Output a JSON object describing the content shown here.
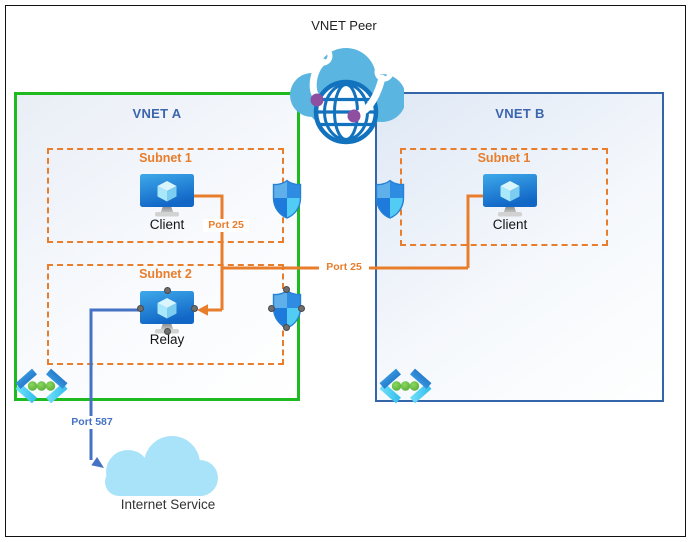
{
  "title": "VNET Peer",
  "vnet_a": {
    "label": "VNET A",
    "subnet_1": {
      "label": "Subnet 1",
      "node_label": "Client"
    },
    "subnet_2": {
      "label": "Subnet 2",
      "node_label": "Relay"
    }
  },
  "vnet_b": {
    "label": "VNET B",
    "subnet_1": {
      "label": "Subnet 1",
      "node_label": "Client"
    }
  },
  "connections": {
    "port25_client_a": "Port 25",
    "port25_cross_vnet": "Port 25",
    "port587_outbound": "Port 587"
  },
  "internet_service": {
    "label": "Internet Service"
  },
  "icons": {
    "peer": "vnet-peering-icon",
    "vm": "virtual-machine-icon",
    "nsg": "nsg-shield-icon",
    "vnet_gateway": "virtual-network-icon",
    "cloud": "cloud-icon"
  },
  "colors": {
    "vnet_a_border_green": "#1FBA1F",
    "vnet_b_border_blue": "#3465A8",
    "subnet_dashed_orange": "#E87D2B",
    "connector_orange": "#E87D2B",
    "connector_blue": "#4472C4",
    "vnet_label_blue": "#3B66AE",
    "peer_cloud_blue": "#5AB6E0",
    "globe_blue": "#1272BE",
    "peering_dot_purple": "#8F4FA0",
    "internet_cloud_blue": "#A9E3F9",
    "gateway_dot_green": "#6CC149",
    "shield_quadrants": "#5FB0EA #2E8DE2 #1E7ADB #52CBF5"
  }
}
